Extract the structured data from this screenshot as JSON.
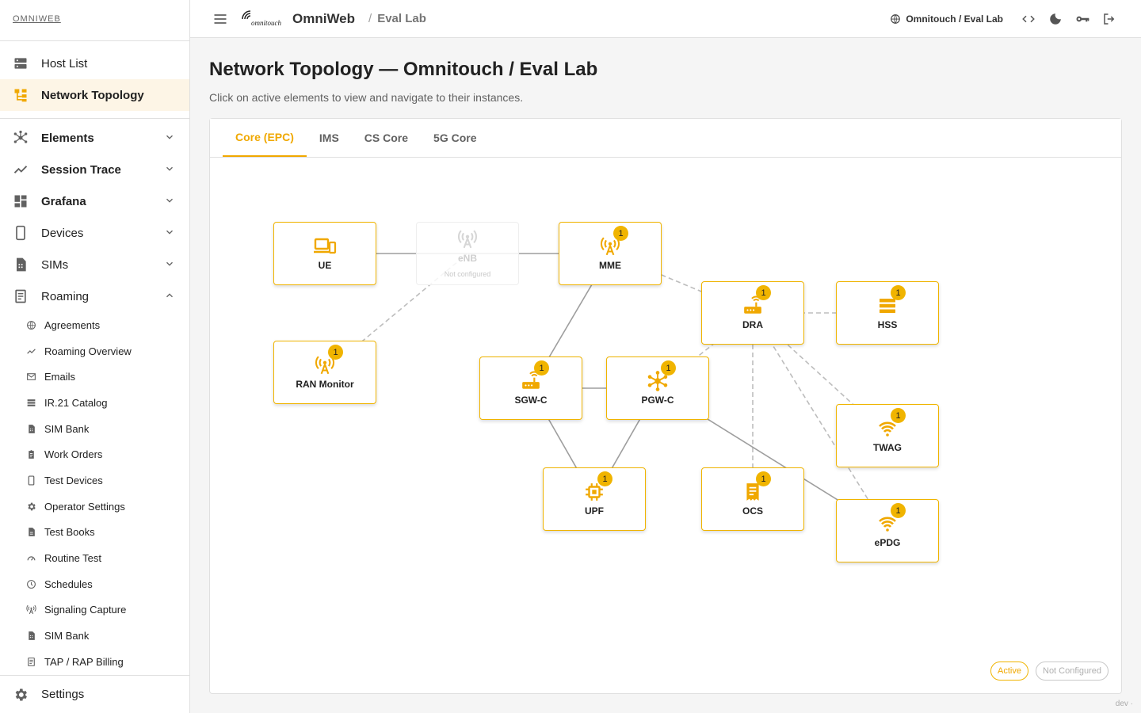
{
  "sidebar": {
    "brand": "OMNIWEB",
    "items": [
      {
        "label": "Host List",
        "icon": "server-icon"
      },
      {
        "label": "Network Topology",
        "icon": "topology-icon"
      },
      {
        "label": "Elements",
        "icon": "hub-icon"
      },
      {
        "label": "Session Trace",
        "icon": "trend-icon"
      },
      {
        "label": "Grafana",
        "icon": "dashboard-icon"
      },
      {
        "label": "Devices",
        "icon": "phone-icon"
      },
      {
        "label": "SIMs",
        "icon": "sim-icon"
      },
      {
        "label": "Roaming",
        "icon": "receipt-icon"
      }
    ],
    "roaming_sub": [
      {
        "label": "Agreements",
        "icon": "globe-icon"
      },
      {
        "label": "Roaming Overview",
        "icon": "trend-icon"
      },
      {
        "label": "Emails",
        "icon": "mail-icon"
      },
      {
        "label": "IR.21 Catalog",
        "icon": "storage-icon"
      },
      {
        "label": "SIM Bank",
        "icon": "sim-icon"
      },
      {
        "label": "Work Orders",
        "icon": "clipboard-icon"
      },
      {
        "label": "Test Devices",
        "icon": "phone-icon"
      },
      {
        "label": "Operator Settings",
        "icon": "gear-icon"
      },
      {
        "label": "Test Books",
        "icon": "document-icon"
      },
      {
        "label": "Routine Test",
        "icon": "speed-icon"
      },
      {
        "label": "Schedules",
        "icon": "clock-icon"
      },
      {
        "label": "Signaling Capture",
        "icon": "antenna-icon"
      },
      {
        "label": "SIM Bank",
        "icon": "sim-icon"
      },
      {
        "label": "TAP / RAP Billing",
        "icon": "receipt-icon"
      }
    ],
    "settings": "Settings"
  },
  "header": {
    "app_name": "OmniWeb",
    "crumb_sep": "/",
    "crumb": "Eval Lab",
    "tenant": "Omnitouch / Eval Lab",
    "logo_text": "omnitouch"
  },
  "main": {
    "title": "Network Topology — Omnitouch / Eval Lab",
    "subtitle": "Click on active elements to view and navigate to their instances.",
    "tabs": [
      "Core (EPC)",
      "IMS",
      "CS Core",
      "5G Core"
    ],
    "active_tab": "Core (EPC)"
  },
  "topology": {
    "nodes": [
      {
        "id": "ue",
        "label": "UE",
        "icon": "devices-icon",
        "status": "active"
      },
      {
        "id": "enb",
        "label": "eNB",
        "icon": "antenna-icon",
        "status": "not-configured",
        "sub": "Not configured"
      },
      {
        "id": "mme",
        "label": "MME",
        "icon": "antenna-icon",
        "status": "active",
        "count": "1"
      },
      {
        "id": "ranmon",
        "label": "RAN Monitor",
        "icon": "antenna-icon",
        "status": "active",
        "count": "1"
      },
      {
        "id": "dra",
        "label": "DRA",
        "icon": "router-icon",
        "status": "active",
        "count": "1"
      },
      {
        "id": "hss",
        "label": "HSS",
        "icon": "storage-icon",
        "status": "active",
        "count": "1"
      },
      {
        "id": "sgwc",
        "label": "SGW-C",
        "icon": "router-icon",
        "status": "active",
        "count": "1"
      },
      {
        "id": "pgwc",
        "label": "PGW-C",
        "icon": "hub-icon",
        "status": "active",
        "count": "1"
      },
      {
        "id": "twag",
        "label": "TWAG",
        "icon": "wifi-icon",
        "status": "active",
        "count": "1"
      },
      {
        "id": "upf",
        "label": "UPF",
        "icon": "chip-icon",
        "status": "active",
        "count": "1"
      },
      {
        "id": "ocs",
        "label": "OCS",
        "icon": "receipt-icon",
        "status": "active",
        "count": "1"
      },
      {
        "id": "epdg",
        "label": "ePDG",
        "icon": "wifi-icon",
        "status": "active",
        "count": "1"
      }
    ],
    "links": [
      {
        "from": "ue",
        "to": "enb",
        "style": "solid"
      },
      {
        "from": "enb",
        "to": "mme",
        "style": "solid"
      },
      {
        "from": "ranmon",
        "to": "enb",
        "style": "dashed"
      },
      {
        "from": "mme",
        "to": "dra",
        "style": "dashed"
      },
      {
        "from": "mme",
        "to": "sgwc",
        "style": "solid"
      },
      {
        "from": "dra",
        "to": "hss",
        "style": "dashed"
      },
      {
        "from": "dra",
        "to": "pgwc",
        "style": "dashed"
      },
      {
        "from": "dra",
        "to": "ocs",
        "style": "dashed"
      },
      {
        "from": "dra",
        "to": "twag",
        "style": "dashed"
      },
      {
        "from": "dra",
        "to": "epdg",
        "style": "dashed"
      },
      {
        "from": "sgwc",
        "to": "pgwc",
        "style": "solid"
      },
      {
        "from": "sgwc",
        "to": "upf",
        "style": "solid"
      },
      {
        "from": "pgwc",
        "to": "upf",
        "style": "solid"
      },
      {
        "from": "pgwc",
        "to": "epdg",
        "style": "solid"
      }
    ]
  },
  "legend": {
    "active": "Active",
    "not_configured": "Not Configured"
  },
  "footer_tag": "dev ·",
  "colors": {
    "accent": "#f0a800",
    "active_bg": "#fdf5e6"
  }
}
